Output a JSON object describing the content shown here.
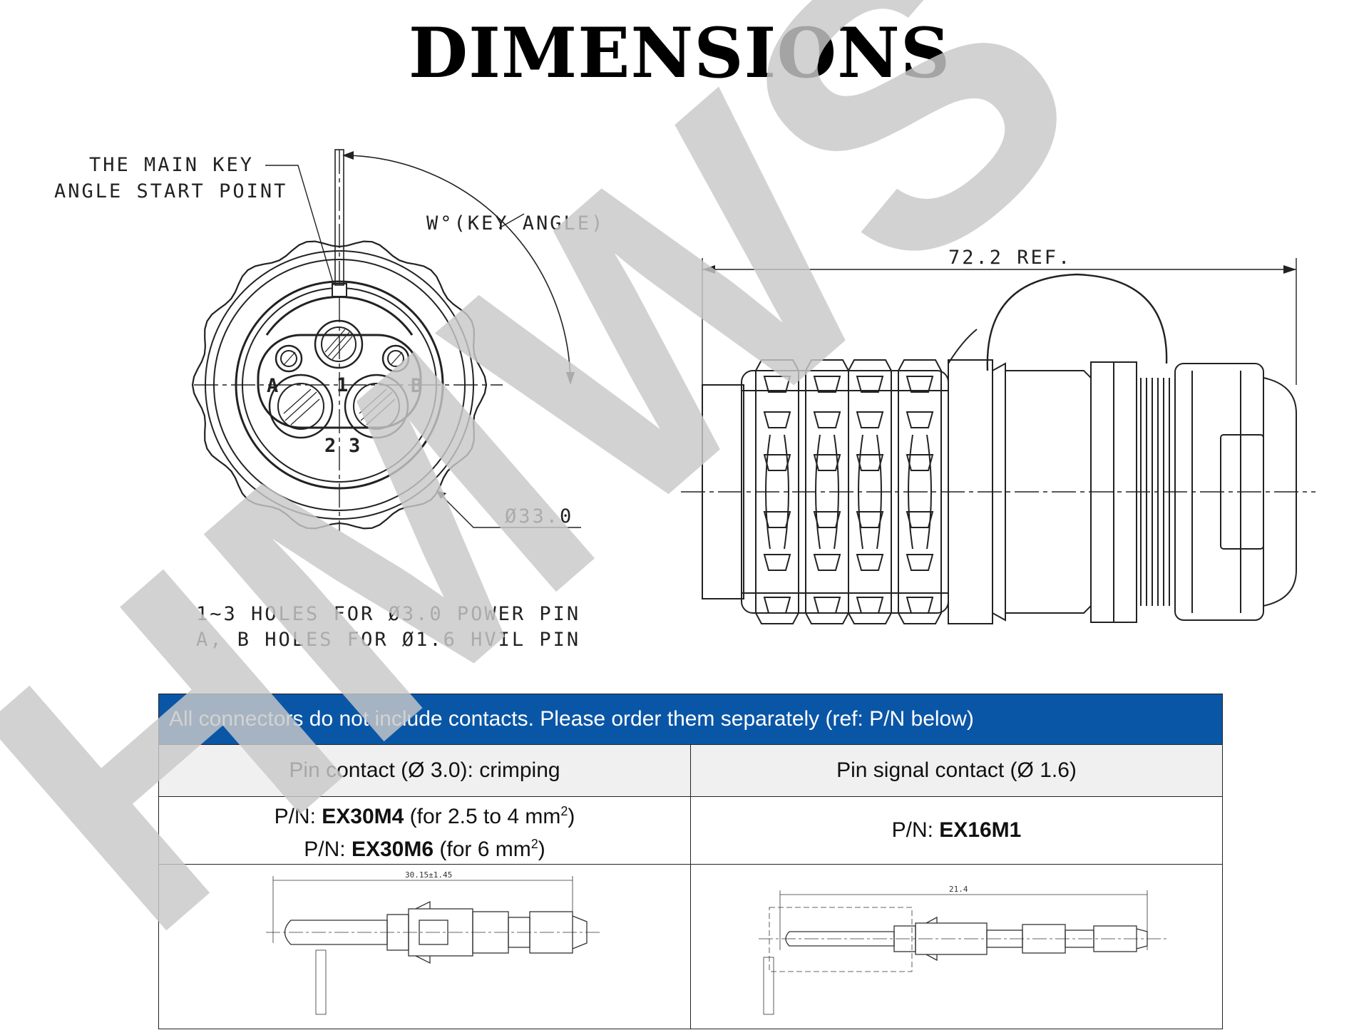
{
  "title": "DIMENSIONS",
  "front_view": {
    "callout_main_key_line1": "THE MAIN KEY",
    "callout_main_key_line2": "ANGLE START POINT",
    "key_angle_label": "W°(KEY ANGLE)",
    "diameter_label": "Ø33.0",
    "pin_labels": [
      "1",
      "2",
      "3",
      "A",
      "B"
    ],
    "note_line1": "1~3 HOLES FOR Ø3.0 POWER PIN",
    "note_line2": "A, B HOLES FOR Ø1.6 HVIL PIN"
  },
  "side_view": {
    "length_label": "72.2 REF."
  },
  "table": {
    "header": "All connectors do not include contacts. Please order them separately (ref: P/N below)",
    "col1_title": "Pin contact (Ø 3.0): crimping",
    "col2_title": "Pin signal contact (Ø 1.6)",
    "col1_pn": [
      {
        "prefix": "P/N: ",
        "part": "EX30M4",
        "suffix": " (for 2.5 to 4 mm",
        "sup": "2",
        "end": ")"
      },
      {
        "prefix": "P/N: ",
        "part": "EX30M6",
        "suffix": " (for 6 mm",
        "sup": "2",
        "end": ")"
      }
    ],
    "col2_pn": {
      "prefix": "P/N: ",
      "part": "EX16M1"
    },
    "col1_drawing_dim": "30.15±1.45",
    "col2_drawing_dim": "21.4"
  },
  "watermark": {
    "text": "HMWS",
    "color": "#c8c8c8"
  },
  "colors": {
    "header_bg": "#0a56a6",
    "subheader_bg": "#f0f0f0"
  }
}
